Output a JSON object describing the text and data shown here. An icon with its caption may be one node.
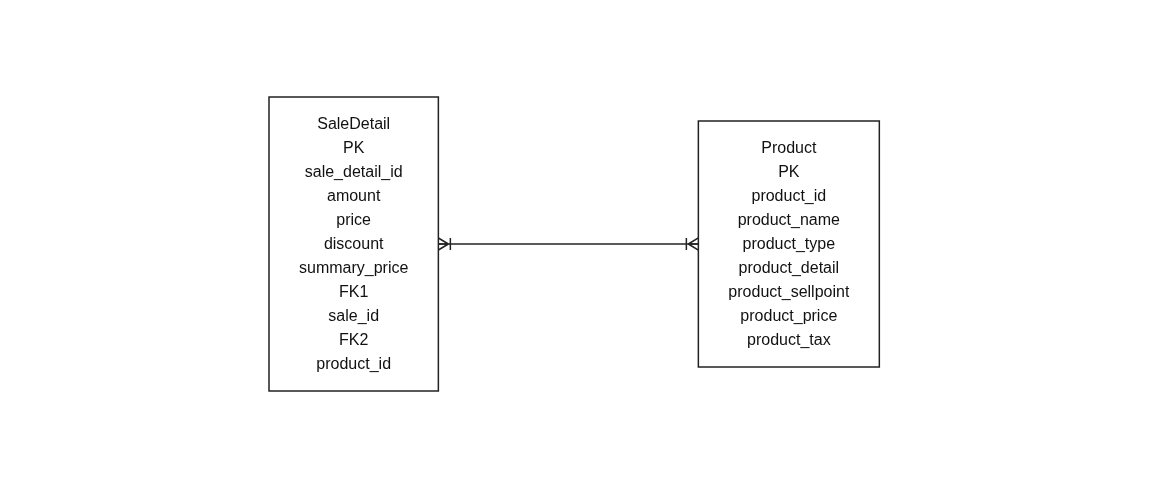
{
  "diagram": {
    "nodes": [
      {
        "text": [
          "SaleDetail",
          "PK",
          "sale_detail_id",
          "amount",
          "price",
          "discount",
          "summary_price",
          "FK1",
          "sale_id",
          "FK2",
          "product_id"
        ]
      },
      {
        "text": [
          "Product",
          "PK",
          "product_id",
          "product_name",
          "product_type",
          "product_detail",
          "product_sellpoint",
          "product_price",
          "product_tax"
        ]
      }
    ],
    "edges": [
      {
        "from": 0,
        "to": 1,
        "arrow": "other"
      }
    ]
  }
}
